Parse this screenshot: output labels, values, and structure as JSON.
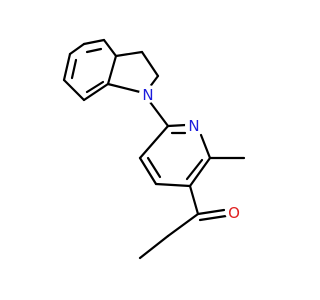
{
  "atoms": [
    {
      "id": "n_indoline",
      "symbol": "N",
      "color": "#1c1cdc"
    },
    {
      "id": "n_pyridine",
      "symbol": "N",
      "color": "#1c1cdc"
    },
    {
      "id": "o_carbonyl",
      "symbol": "O",
      "color": "#e02020"
    }
  ],
  "bond_color": "#000000"
}
